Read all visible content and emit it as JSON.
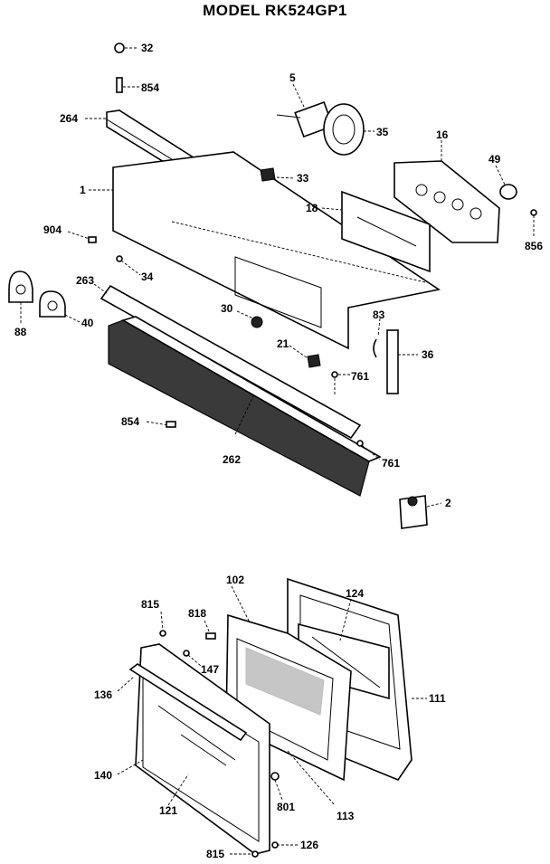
{
  "title": "MODEL RK524GP1",
  "labels": {
    "l32": "32",
    "l854a": "854",
    "l264": "264",
    "l5": "5",
    "l35": "35",
    "l16": "16",
    "l49": "49",
    "l33": "33",
    "l1": "1",
    "l18": "18",
    "l904": "904",
    "l856": "856",
    "l34": "34",
    "l263": "263",
    "l88": "88",
    "l40": "40",
    "l30": "30",
    "l83": "83",
    "l21": "21",
    "l36": "36",
    "l761a": "761",
    "l854b": "854",
    "l262": "262",
    "l761b": "761",
    "l2": "2",
    "l102": "102",
    "l124": "124",
    "l815a": "815",
    "l818": "818",
    "l147": "147",
    "l136": "136",
    "l111": "111",
    "l140": "140",
    "l121": "121",
    "l801": "801",
    "l113": "113",
    "l815b": "815",
    "l126": "126"
  }
}
